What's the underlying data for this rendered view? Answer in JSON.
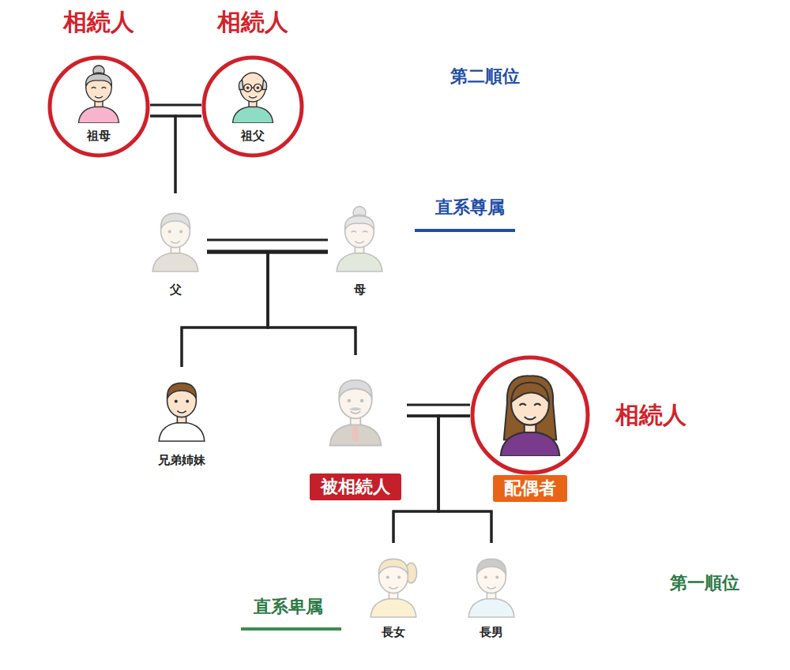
{
  "diagram": {
    "nodes": [
      {
        "text": [
          "第二順位"
        ]
      },
      {
        "text": [
          "相続人",
          "祖母"
        ],
        "in": 0
      },
      {
        "text": [
          "相続人",
          "祖父"
        ],
        "in": 0
      },
      {
        "text": [
          "父"
        ],
        "in": 0
      },
      {
        "text": [
          "母"
        ],
        "in": 0
      },
      {
        "text": [
          "兄弟姉妹"
        ]
      },
      {
        "text": [
          "被相続人"
        ]
      },
      {
        "text": [
          "相続人",
          "配偶者"
        ]
      },
      {
        "text": [
          "第一順位"
        ]
      },
      {
        "text": [
          "長女"
        ],
        "in": 8
      },
      {
        "text": [
          "長男"
        ],
        "in": 8
      }
    ],
    "edges": [
      {
        "from": 1,
        "to": 2,
        "arrow": "none"
      },
      {
        "from": 1,
        "to": 3,
        "arrow": "none"
      },
      {
        "from": 2,
        "to": 3,
        "arrow": "none"
      },
      {
        "from": 3,
        "to": 4,
        "arrow": "none"
      },
      {
        "from": 3,
        "to": 5,
        "arrow": "none"
      },
      {
        "from": 4,
        "to": 5,
        "arrow": "none"
      },
      {
        "from": 3,
        "to": 6,
        "arrow": "none"
      },
      {
        "from": 4,
        "to": 6,
        "arrow": "none"
      },
      {
        "from": 6,
        "to": 7,
        "arrow": "none"
      },
      {
        "from": 6,
        "to": 9,
        "arrow": "none"
      },
      {
        "from": 7,
        "to": 9,
        "arrow": "none"
      },
      {
        "from": 6,
        "to": 10,
        "arrow": "none"
      },
      {
        "from": 7,
        "to": 10,
        "arrow": "none"
      }
    ],
    "labels": [
      "直系尊属",
      "直系卑属"
    ]
  }
}
